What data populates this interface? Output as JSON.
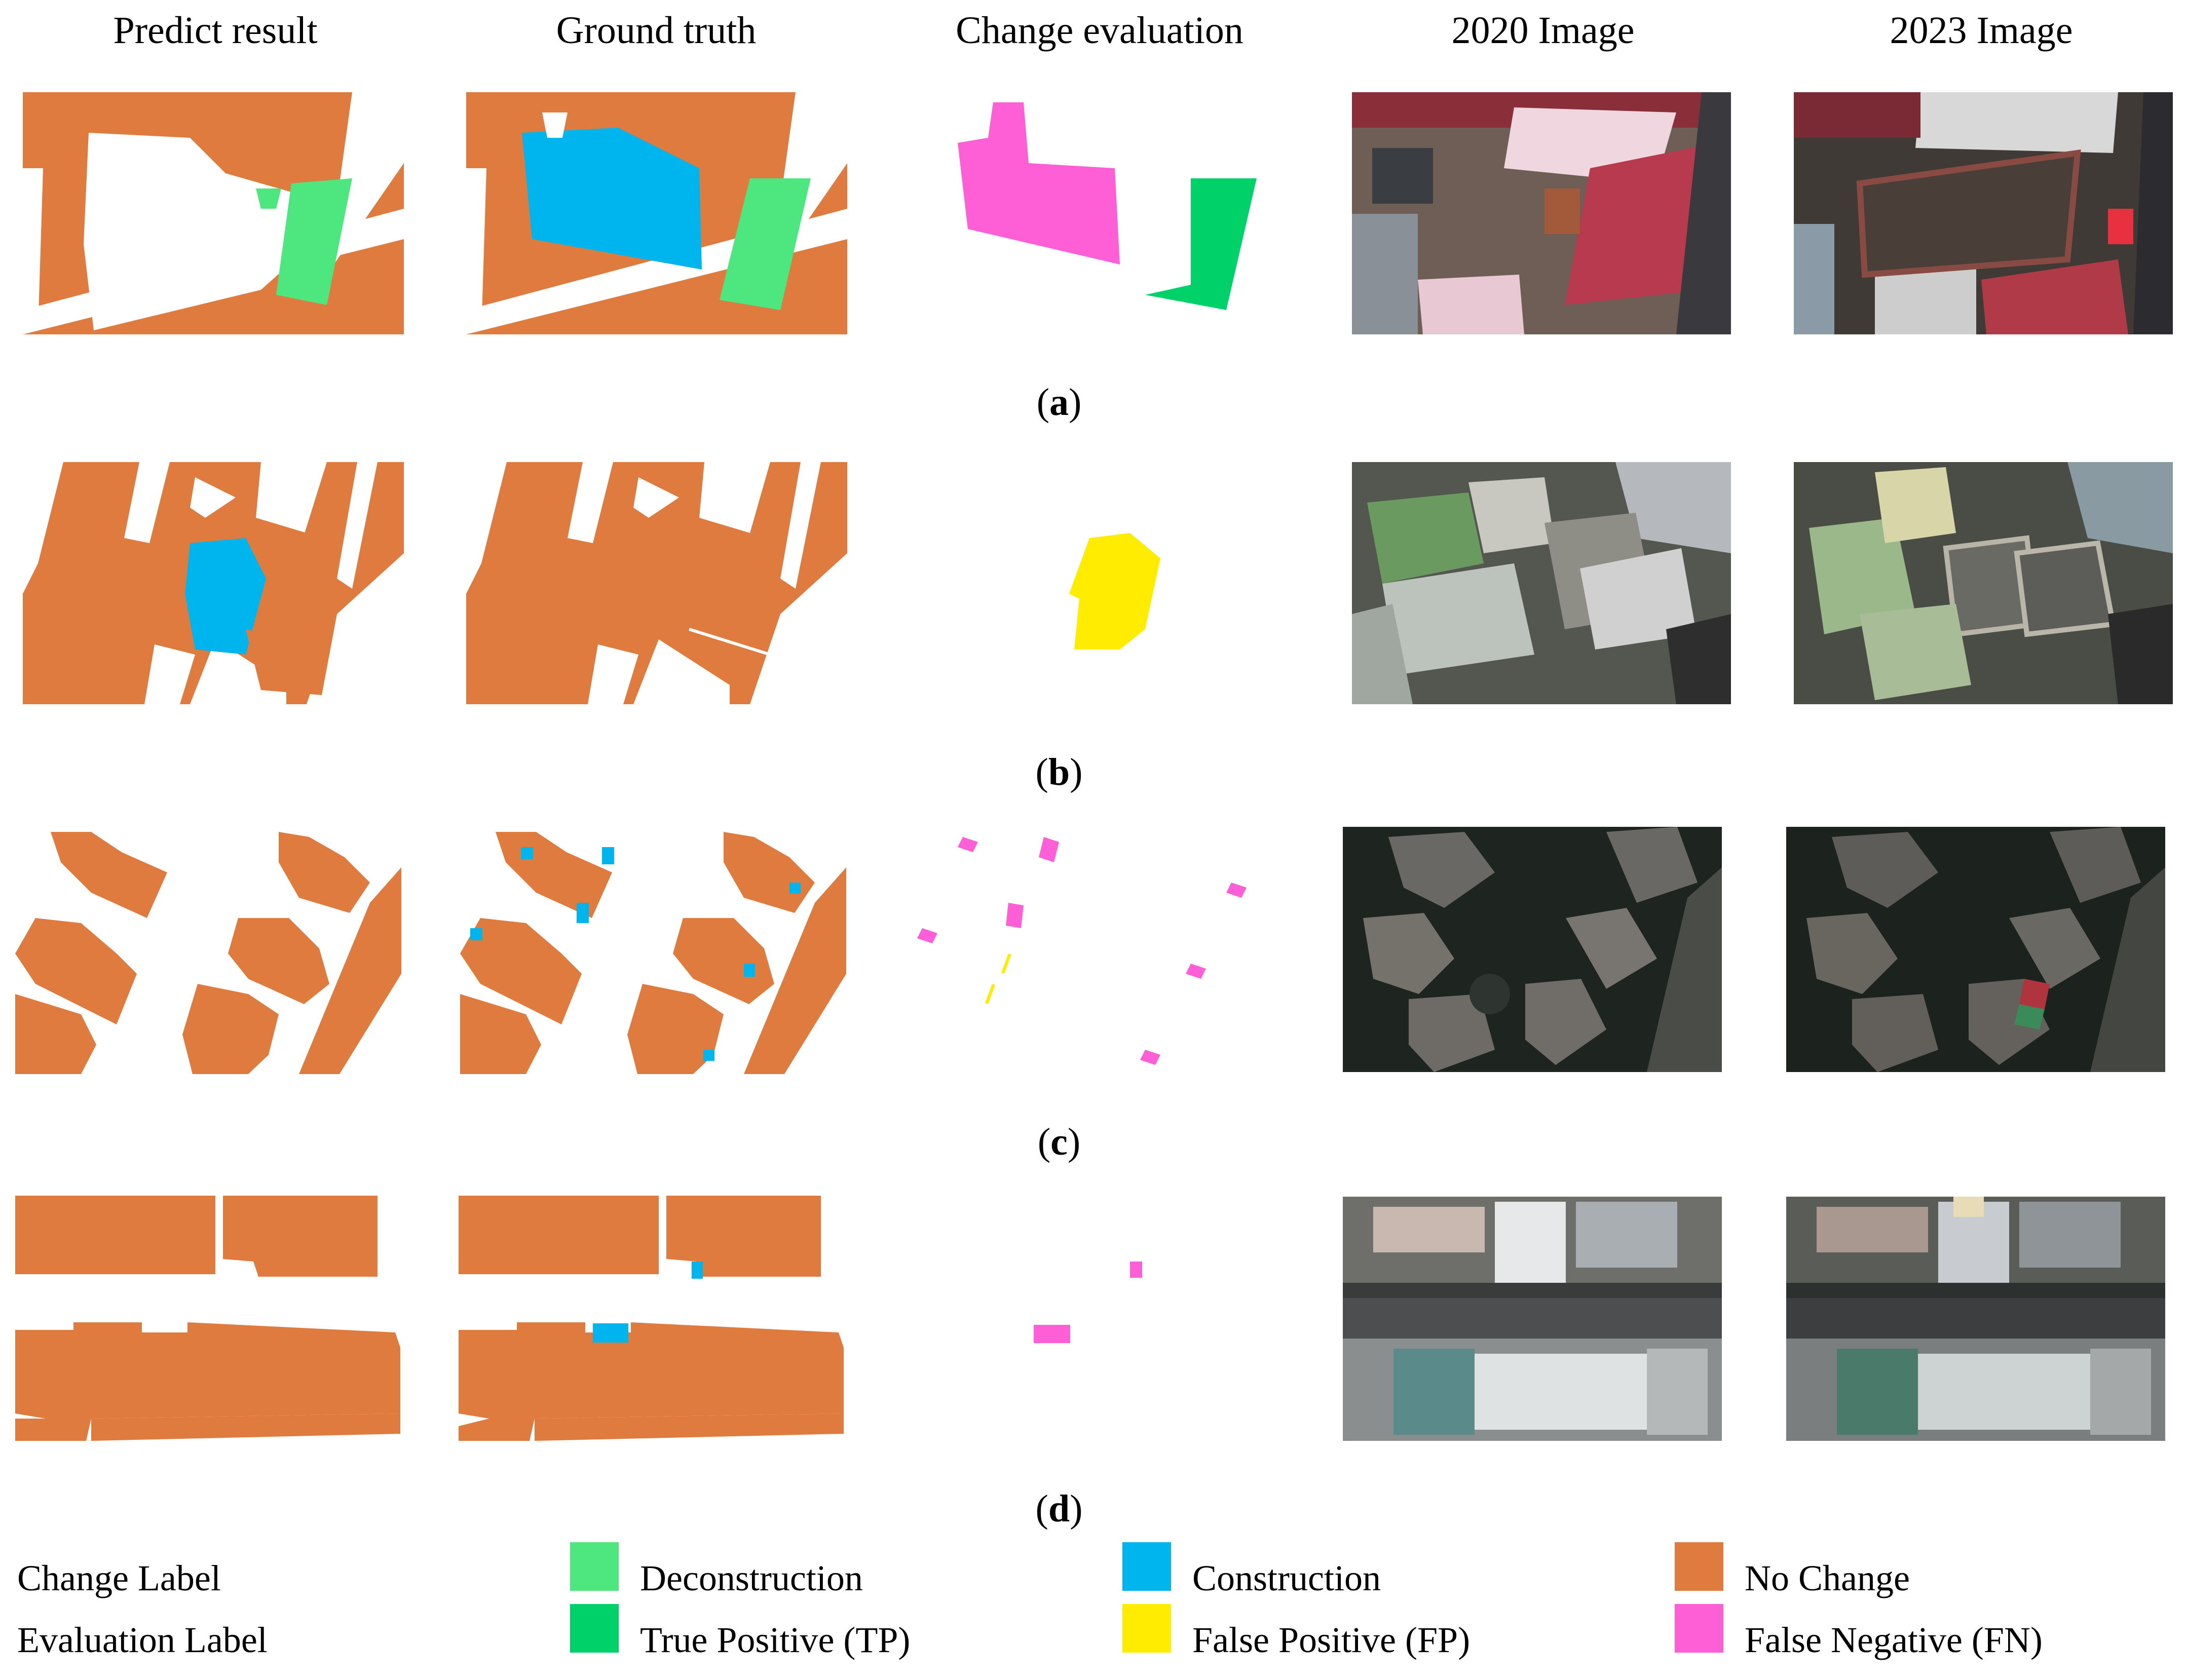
{
  "columns": [
    "Predict result",
    "Ground truth",
    "Change evaluation",
    "2020 Image",
    "2023 Image"
  ],
  "rows": [
    {
      "open": "(",
      "letter": "a",
      "close": ")"
    },
    {
      "open": "(",
      "letter": "b",
      "close": ")"
    },
    {
      "open": "(",
      "letter": "c",
      "close": ")"
    },
    {
      "open": "(",
      "letter": "d",
      "close": ")"
    }
  ],
  "legend": {
    "change_label": "Change Label",
    "evaluation_label": "Evaluation Label",
    "change_items": [
      {
        "label": "Deconstruction",
        "color": "#4ee67f"
      },
      {
        "label": "Construction",
        "color": "#00b4ee"
      },
      {
        "label": "No Change",
        "color": "#e07b40"
      }
    ],
    "evaluation_items": [
      {
        "label": "True Positive (TP)",
        "color": "#00d26a"
      },
      {
        "label": "False Positive (FP)",
        "color": "#ffec00"
      },
      {
        "label": "False Negative (FN)",
        "color": "#ff5fd6"
      }
    ]
  },
  "colors": {
    "no_change": "#e07b40",
    "deconstruction": "#4ee67f",
    "construction": "#00b4ee",
    "true_positive": "#00d26a",
    "false_positive": "#ffec00",
    "false_negative": "#ff5fd6"
  }
}
